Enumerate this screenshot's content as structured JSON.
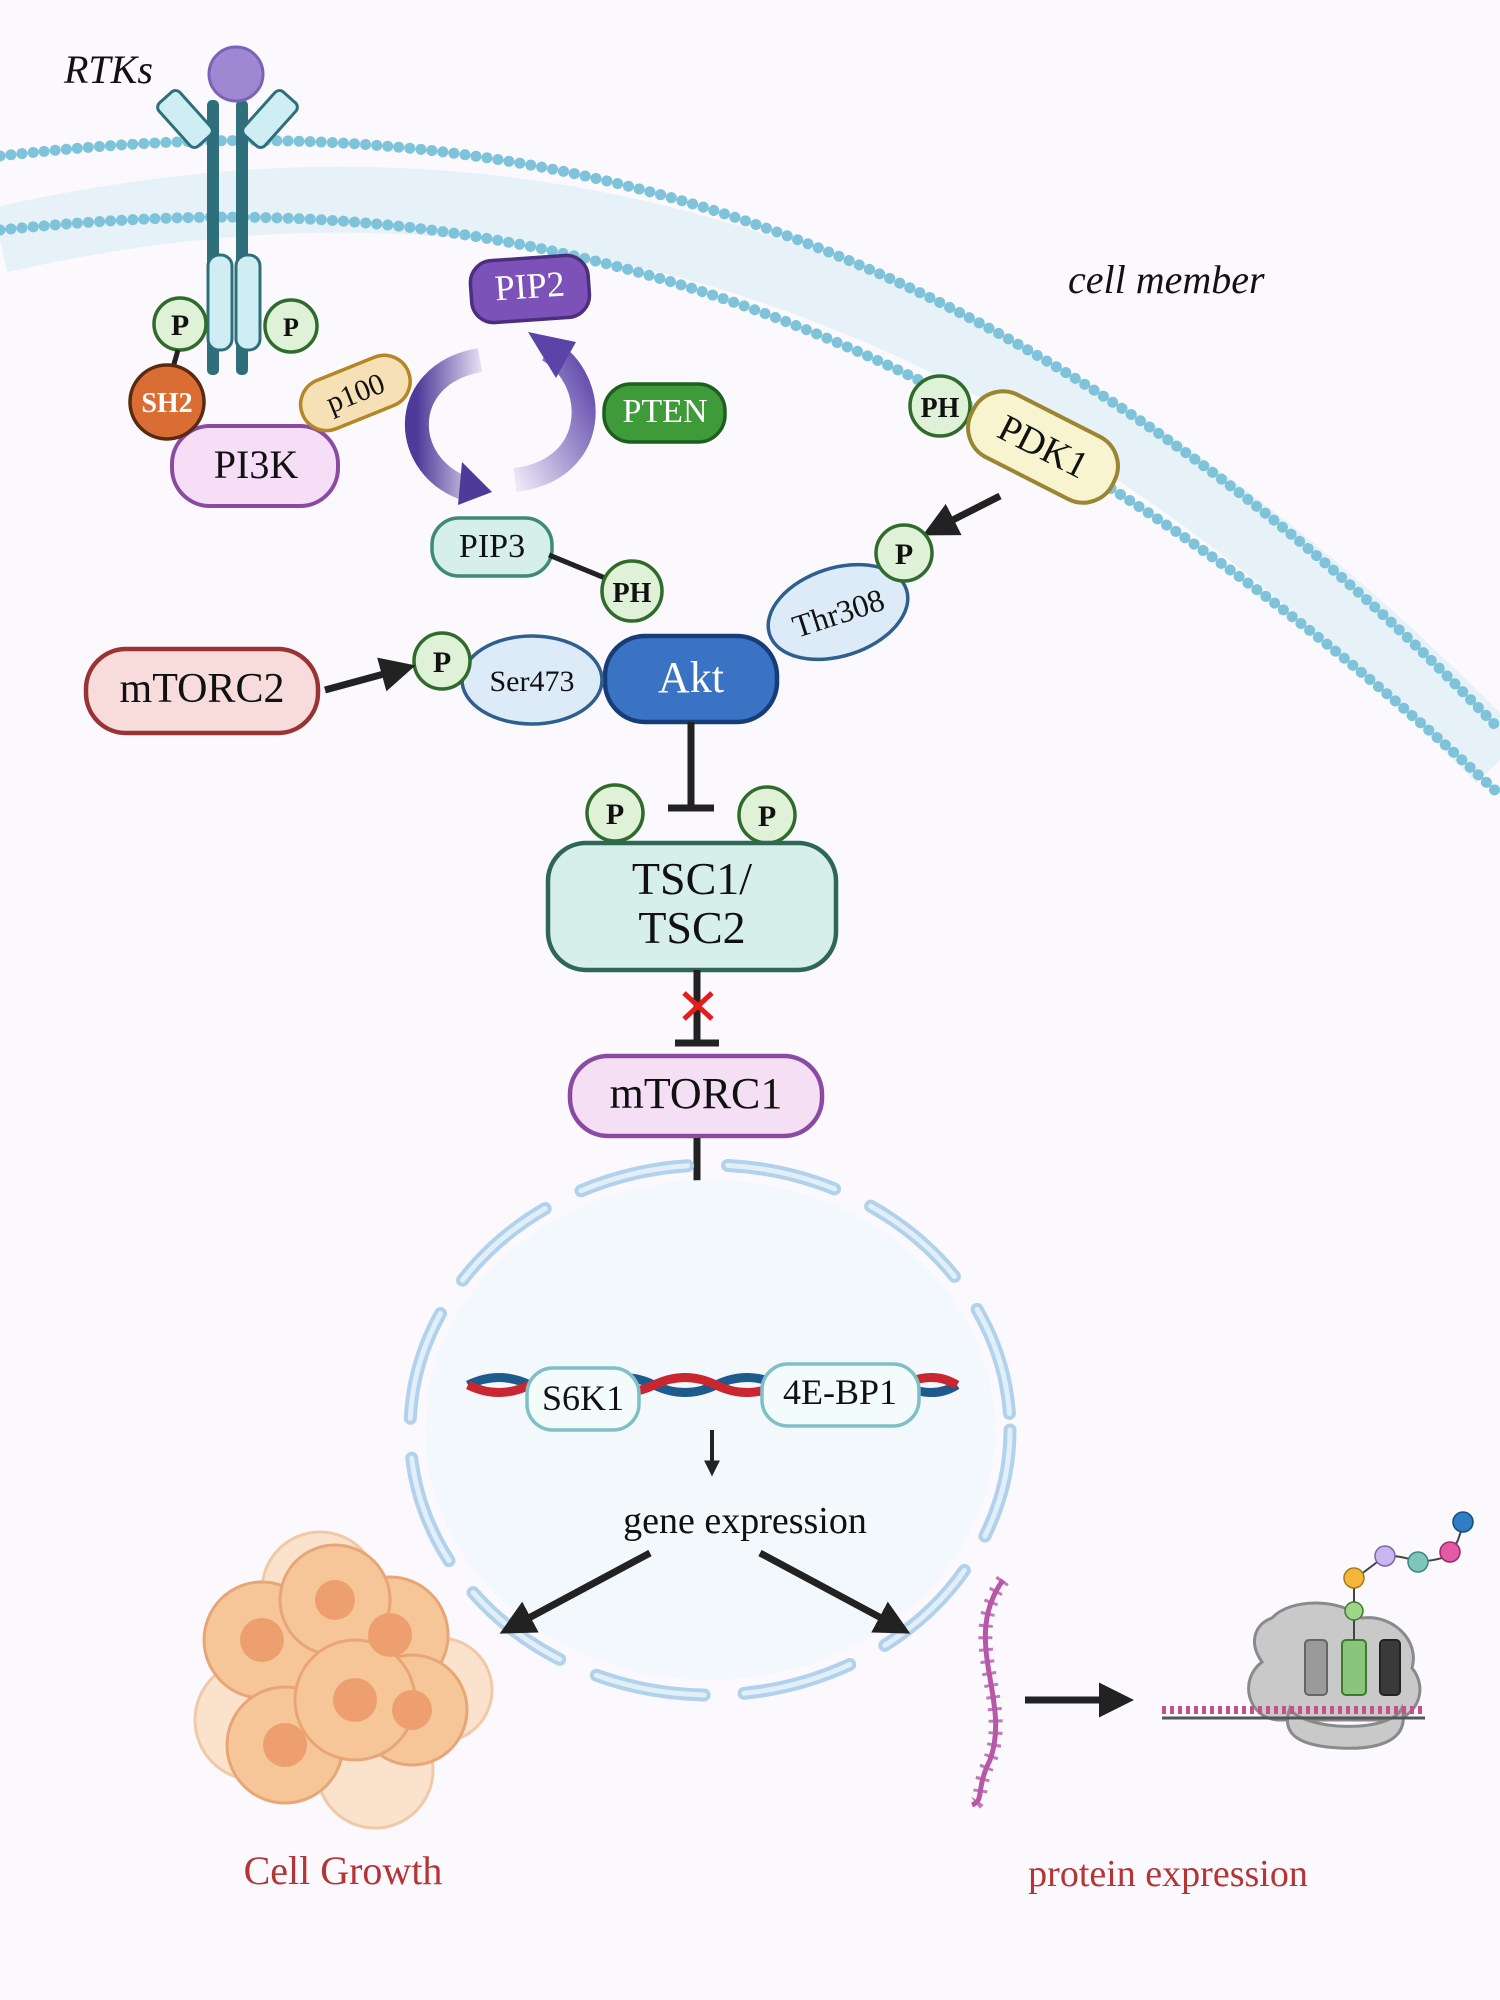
{
  "labels": {
    "rtks": "RTKs",
    "cell_member": "cell member",
    "p": "P",
    "sh2": "SH2",
    "pi3k": "PI3K",
    "p100": "p100",
    "pip2": "PIP2",
    "pten": "PTEN",
    "pip3": "PIP3",
    "ph": "PH",
    "pdk1": "PDK1",
    "thr308": "Thr308",
    "akt": "Akt",
    "ser473": "Ser473",
    "mtorc2": "mTORC2",
    "tsc_line1": "TSC1/",
    "tsc_line2": "TSC2",
    "mtorc1": "mTORC1",
    "s6k1": "S6K1",
    "bp1": "4E-BP1",
    "gene_expression": "gene expression",
    "cell_growth": "Cell Growth",
    "protein_expression": "protein expression"
  },
  "colors": {
    "background": "#fbf9fd",
    "membrane": "#7ec3da",
    "phospho_fill": "#dff2d8",
    "phospho_stroke": "#2f6b2a",
    "akt": "#3a72c4",
    "tsc": "#d7efe9",
    "mtorc1": "#f4dff4",
    "mtorc2": "#f8dcdc",
    "pip2": "#7c52b8",
    "pten": "#3f9a3a",
    "outcome_text": "#b33535",
    "inhibition_cross": "#e51c1c"
  },
  "icons": {
    "receptor": "receptor-tyrosine-kinase-icon",
    "cycle": "cycle-arrows-icon",
    "nucleus": "nucleus-icon",
    "dna": "dna-helix-icon",
    "cell_cluster": "cell-cluster-icon",
    "mrna": "mrna-icon",
    "ribosome": "ribosome-icon"
  }
}
